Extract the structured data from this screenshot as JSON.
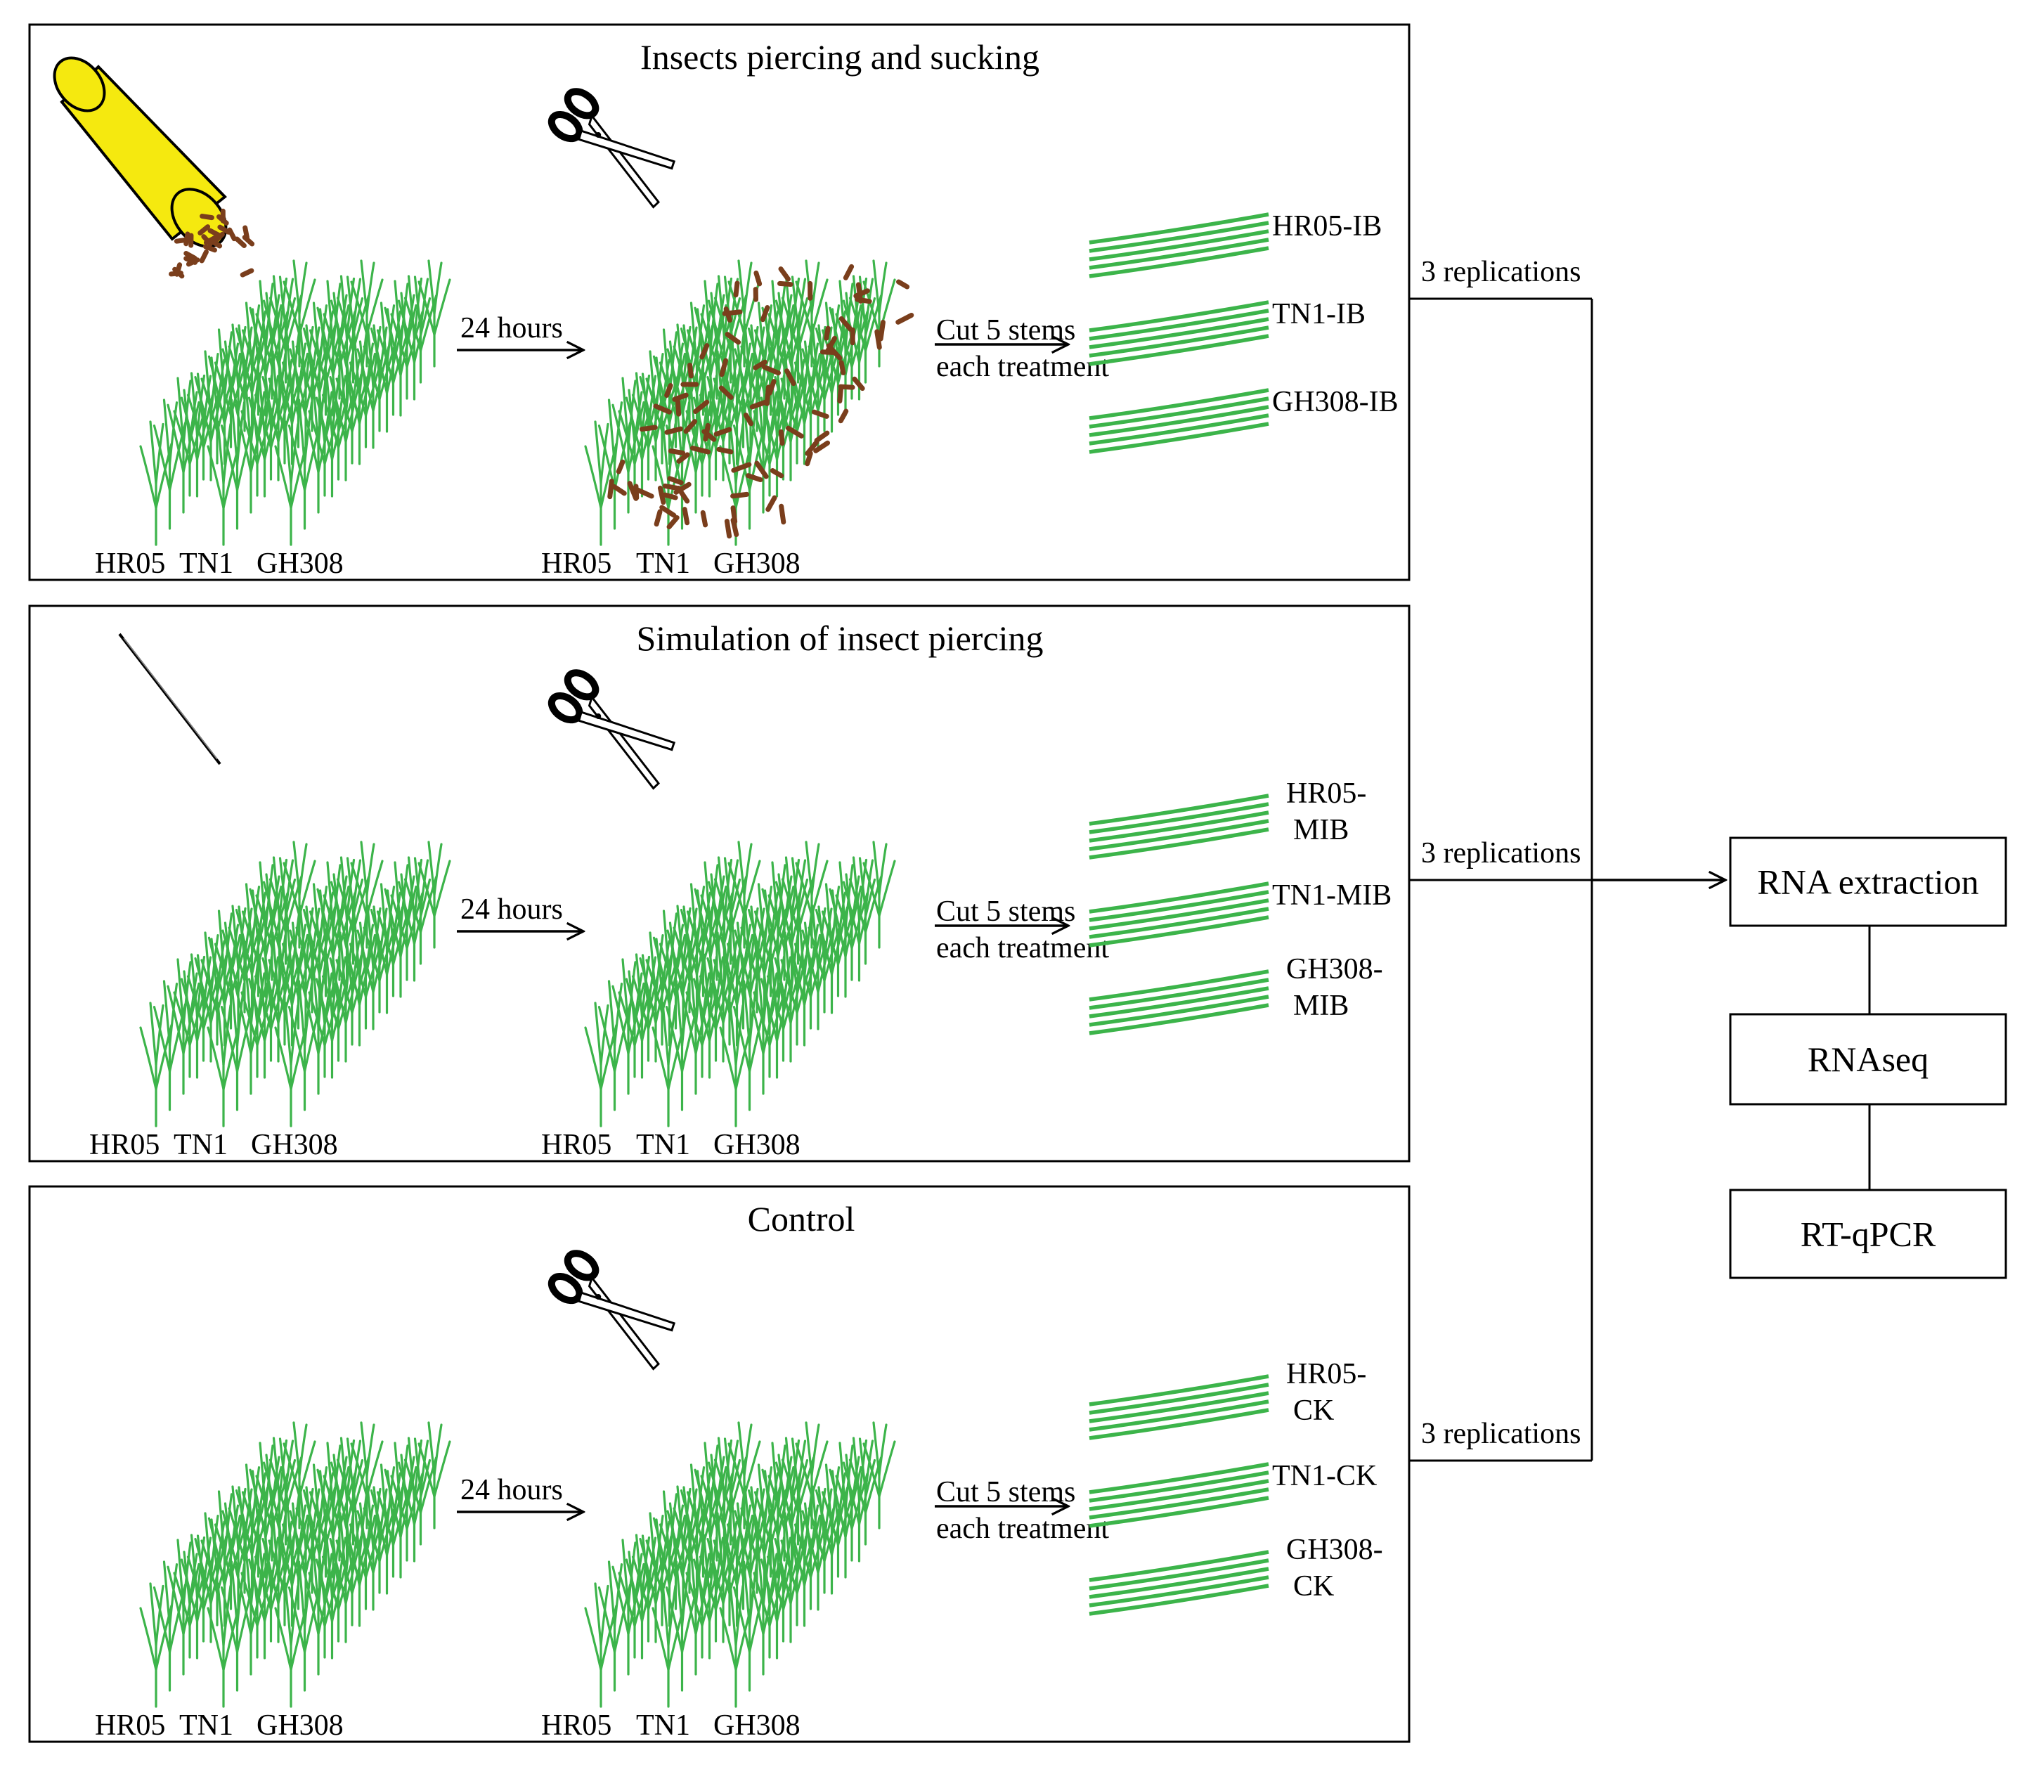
{
  "colors": {
    "plant": "#3cb44a",
    "insect": "#7a3e1c",
    "tube": "#f5e90f",
    "line": "#000000"
  },
  "panels": [
    {
      "title": "Insects piercing and sucking",
      "tool": "insect-tube",
      "insects_on_plants": true,
      "interval": "24 hours",
      "cut": [
        "Cut 5 stems",
        "each treatment"
      ],
      "varieties_before": [
        "HR05",
        "TN1",
        "GH308"
      ],
      "varieties_after": [
        "HR05",
        "TN1",
        "GH308"
      ],
      "samples": [
        [
          "HR05-IB"
        ],
        [
          "TN1-IB"
        ],
        [
          "GH308-IB"
        ]
      ],
      "replications": "3 replications"
    },
    {
      "title": "Simulation of insect piercing",
      "tool": "needle",
      "insects_on_plants": false,
      "interval": "24 hours",
      "cut": [
        "Cut 5 stems",
        "each treatment"
      ],
      "varieties_before": [
        "HR05",
        "TN1",
        "GH308"
      ],
      "varieties_after": [
        "HR05",
        "TN1",
        "GH308"
      ],
      "samples": [
        [
          "HR05-",
          "MIB"
        ],
        [
          "TN1-MIB"
        ],
        [
          "GH308-",
          "MIB"
        ]
      ],
      "replications": "3 replications"
    },
    {
      "title": "Control",
      "tool": "none",
      "insects_on_plants": false,
      "interval": "24 hours",
      "cut": [
        "Cut 5 stems",
        "each treatment"
      ],
      "varieties_before": [
        "HR05",
        "TN1",
        "GH308"
      ],
      "varieties_after": [
        "HR05",
        "TN1",
        "GH308"
      ],
      "samples": [
        [
          "HR05-",
          "CK"
        ],
        [
          "TN1-CK"
        ],
        [
          "GH308-",
          "CK"
        ]
      ],
      "replications": "3 replications"
    }
  ],
  "pipeline": [
    "RNA extraction",
    "RNAseq",
    "RT-qPCR"
  ]
}
